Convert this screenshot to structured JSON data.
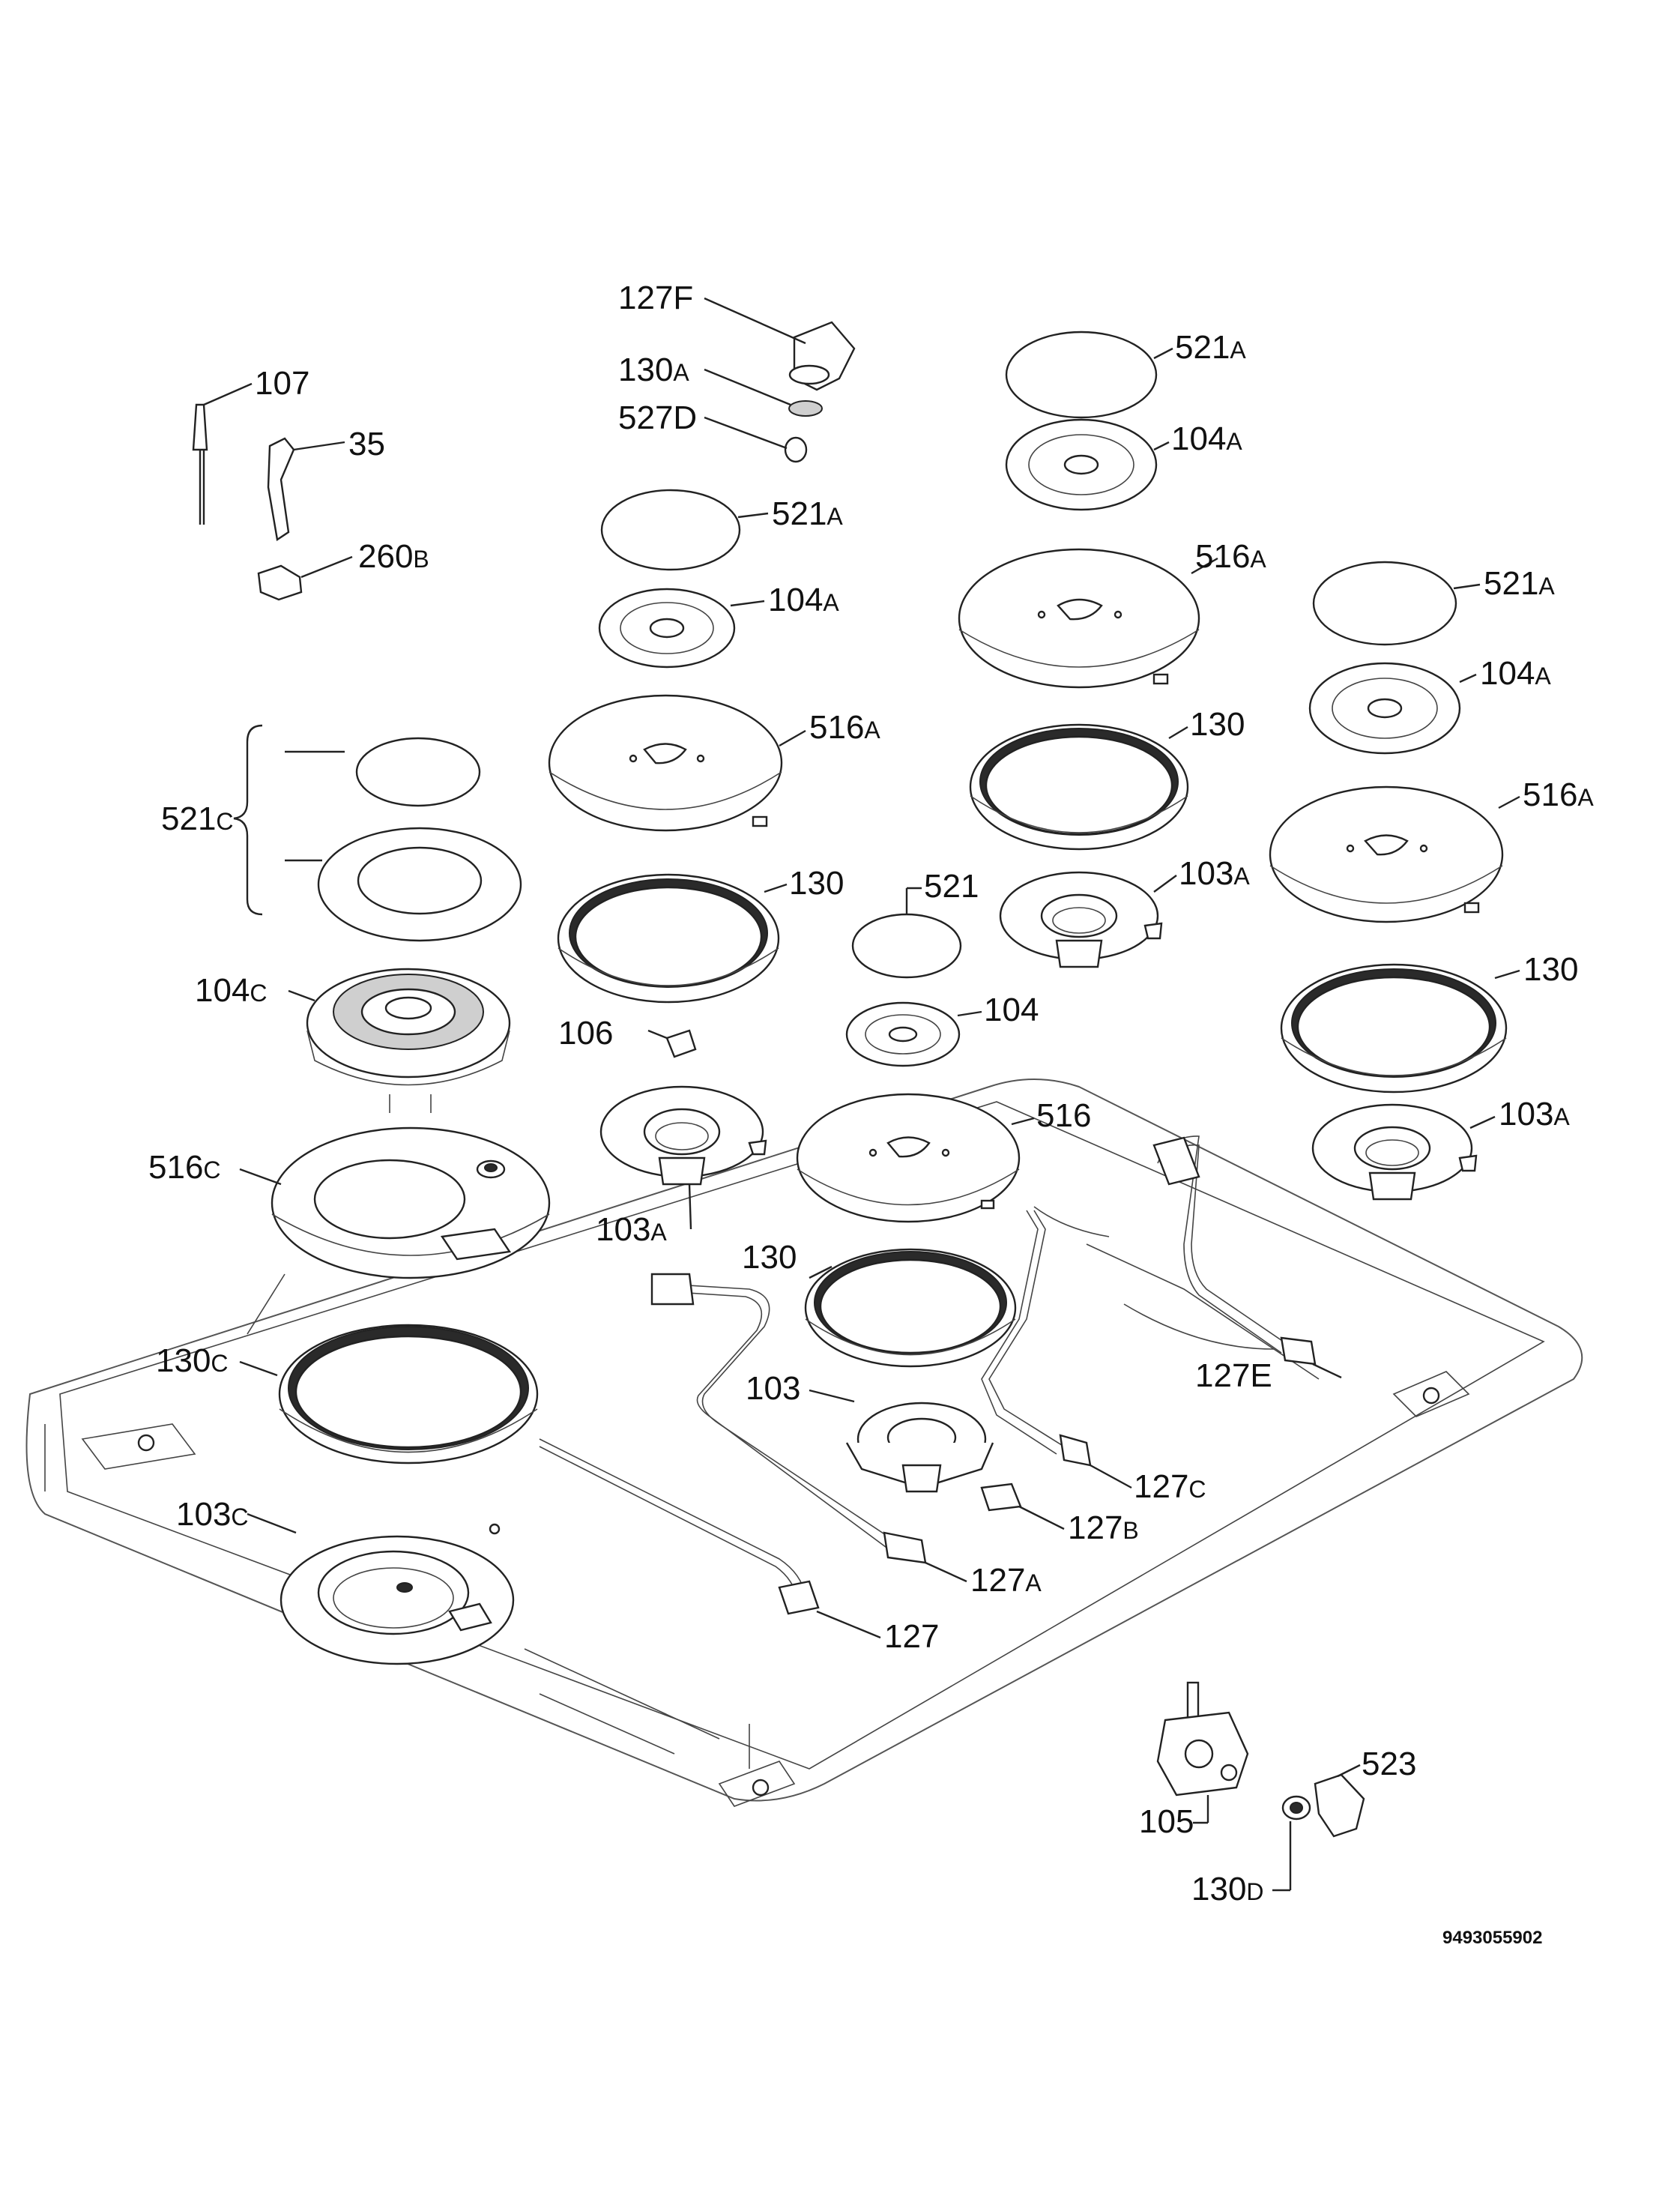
{
  "diagram": {
    "labels": [
      {
        "id": "lbl-107",
        "num": "107",
        "suffix": ""
      },
      {
        "id": "lbl-35",
        "num": "35",
        "suffix": ""
      },
      {
        "id": "lbl-260b",
        "num": "260",
        "suffix": "B"
      },
      {
        "id": "lbl-127f",
        "num": "127F",
        "suffix": ""
      },
      {
        "id": "lbl-130a-top",
        "num": "130",
        "suffix": "A"
      },
      {
        "id": "lbl-527d",
        "num": "527D",
        "suffix": ""
      },
      {
        "id": "lbl-521a-1",
        "num": "521",
        "suffix": "A"
      },
      {
        "id": "lbl-104a-1",
        "num": "104",
        "suffix": "A"
      },
      {
        "id": "lbl-516a-1",
        "num": "516",
        "suffix": "A"
      },
      {
        "id": "lbl-130-1",
        "num": "130",
        "suffix": ""
      },
      {
        "id": "lbl-106",
        "num": "106",
        "suffix": ""
      },
      {
        "id": "lbl-103a-1",
        "num": "103",
        "suffix": "A"
      },
      {
        "id": "lbl-521a-2",
        "num": "521",
        "suffix": "A"
      },
      {
        "id": "lbl-104a-2",
        "num": "104",
        "suffix": "A"
      },
      {
        "id": "lbl-516a-2",
        "num": "516",
        "suffix": "A"
      },
      {
        "id": "lbl-130-2",
        "num": "130",
        "suffix": ""
      },
      {
        "id": "lbl-103a-2",
        "num": "103",
        "suffix": "A"
      },
      {
        "id": "lbl-521a-3",
        "num": "521",
        "suffix": "A"
      },
      {
        "id": "lbl-104a-3",
        "num": "104",
        "suffix": "A"
      },
      {
        "id": "lbl-516a-3",
        "num": "516",
        "suffix": "A"
      },
      {
        "id": "lbl-130-3",
        "num": "130",
        "suffix": ""
      },
      {
        "id": "lbl-103a-3",
        "num": "103",
        "suffix": "A"
      },
      {
        "id": "lbl-521c",
        "num": "521",
        "suffix": "C"
      },
      {
        "id": "lbl-104c",
        "num": "104",
        "suffix": "C"
      },
      {
        "id": "lbl-516c",
        "num": "516",
        "suffix": "C"
      },
      {
        "id": "lbl-130c",
        "num": "130",
        "suffix": "C"
      },
      {
        "id": "lbl-103c",
        "num": "103",
        "suffix": "C"
      },
      {
        "id": "lbl-521",
        "num": "521",
        "suffix": ""
      },
      {
        "id": "lbl-104",
        "num": "104",
        "suffix": ""
      },
      {
        "id": "lbl-516",
        "num": "516",
        "suffix": ""
      },
      {
        "id": "lbl-130-4",
        "num": "130",
        "suffix": ""
      },
      {
        "id": "lbl-103",
        "num": "103",
        "suffix": ""
      },
      {
        "id": "lbl-127",
        "num": "127",
        "suffix": ""
      },
      {
        "id": "lbl-127a",
        "num": "127",
        "suffix": "A"
      },
      {
        "id": "lbl-127b",
        "num": "127",
        "suffix": "B"
      },
      {
        "id": "lbl-127c",
        "num": "127",
        "suffix": "C"
      },
      {
        "id": "lbl-127e",
        "num": "127E",
        "suffix": ""
      },
      {
        "id": "lbl-105",
        "num": "105",
        "suffix": ""
      },
      {
        "id": "lbl-523",
        "num": "523",
        "suffix": ""
      },
      {
        "id": "lbl-130d",
        "num": "130",
        "suffix": "D"
      }
    ],
    "drawing_code": "9493055902"
  }
}
